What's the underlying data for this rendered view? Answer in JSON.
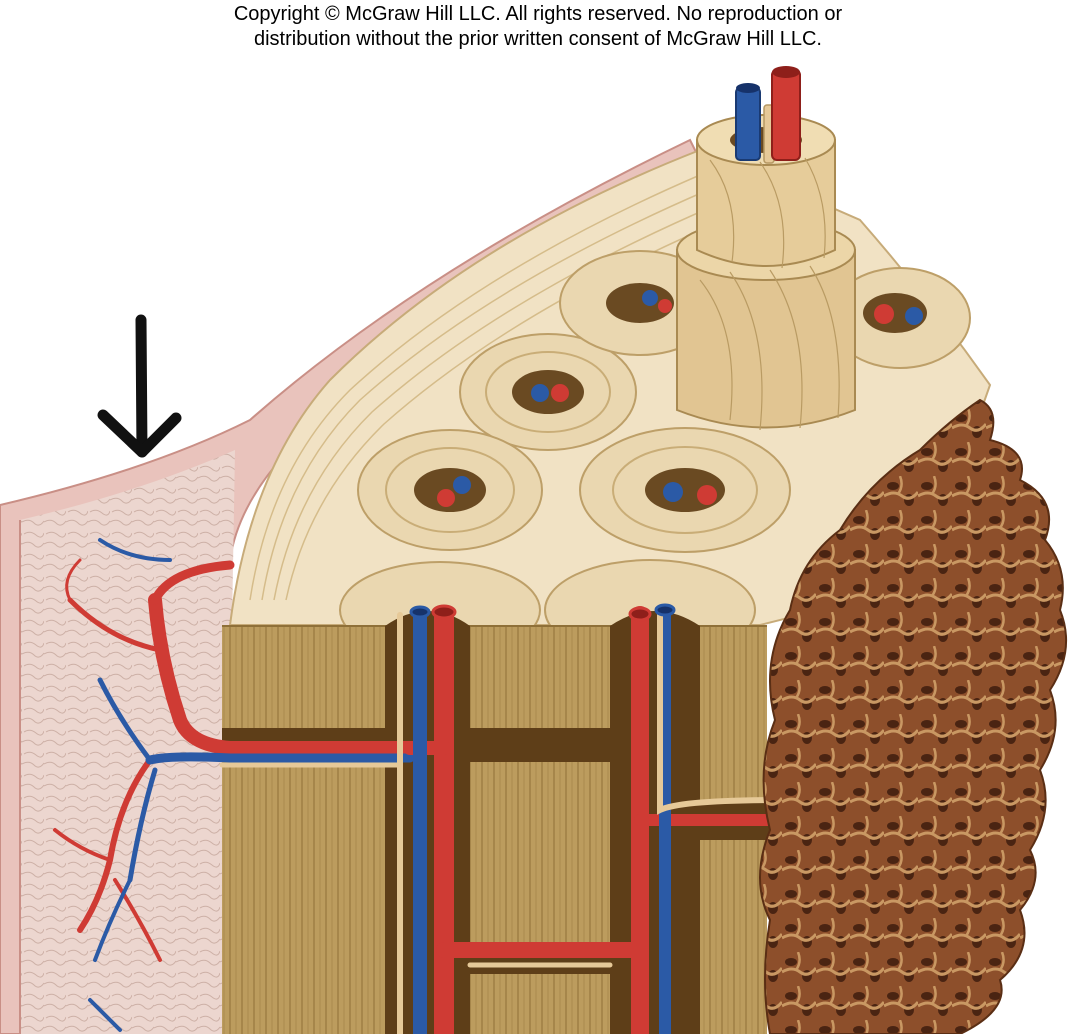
{
  "copyright": {
    "line1": "Copyright © McGraw Hill LLC. All rights reserved. No reproduction or",
    "line2": "distribution without the prior written consent of McGraw Hill LLC."
  },
  "diagram": {
    "subject": "compact bone cross-section with periosteum, osteons, central canal vessels and spongy bone",
    "pointer": "arrow-pointing-down",
    "colors": {
      "periosteum": "#e9c3bc",
      "bone_light": "#f1e2c4",
      "bone_ring": "#d8bf8e",
      "bone_cut": "#b89a5c",
      "artery": "#cf3b34",
      "vein": "#2b5aa6",
      "nerve": "#e6c998",
      "spongy_bone": "#9a5a32",
      "arrow": "#111111"
    }
  }
}
